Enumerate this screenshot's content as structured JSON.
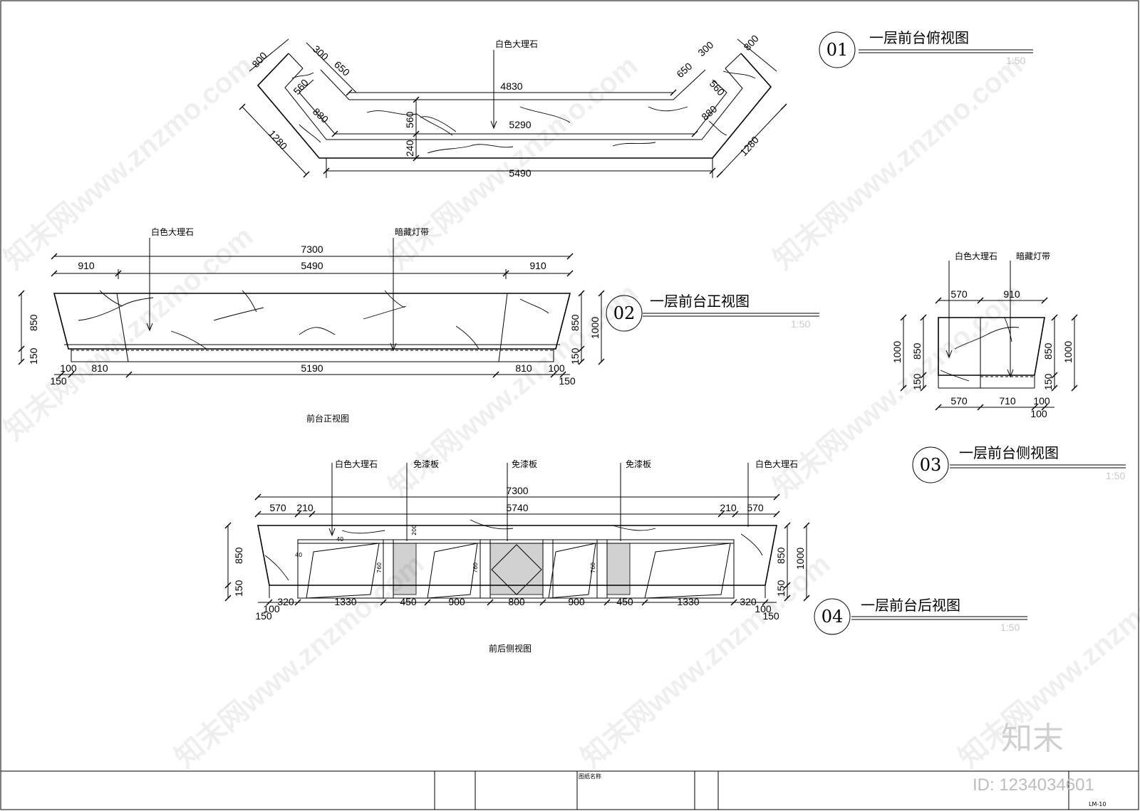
{
  "watermark": {
    "text": "知末网www.znzmo.com",
    "brand": "知末",
    "id": "ID: 1234034601"
  },
  "title_block": {
    "drawing_name_label": "图纸名称",
    "sheet_no": "LM-10"
  },
  "views": {
    "top": {
      "number": "01",
      "title": "一层前台俯视图",
      "scale": "1:50",
      "material": "白色大理石",
      "dims": {
        "d800l": "800",
        "d300l": "300",
        "d650l": "650",
        "d560l": "560",
        "d880l": "880",
        "d1280l": "1280",
        "d800r": "800",
        "d300r": "300",
        "d650r": "650",
        "d560r": "560",
        "d880r": "880",
        "d1280r": "1280",
        "d4830": "4830",
        "d560c": "560",
        "d5290": "5290",
        "d240": "240",
        "d5490": "5490"
      }
    },
    "front": {
      "number": "02",
      "title": "一层前台正视图",
      "scale": "1:50",
      "caption": "前台正视图",
      "material": "白色大理石",
      "light": "暗藏灯带",
      "dims": {
        "total": "7300",
        "side_l": "910",
        "mid": "5490",
        "side_r": "910",
        "h850": "850",
        "h150": "150",
        "h850r": "850",
        "h150r": "150",
        "h1000": "1000",
        "b100l": "100",
        "b810l": "810",
        "b5190": "5190",
        "b810r": "810",
        "b100r": "100",
        "b150l": "150",
        "b150r": "150"
      }
    },
    "side": {
      "number": "03",
      "title": "一层前台侧视图",
      "scale": "1:50",
      "material": "白色大理石",
      "light": "暗藏灯带",
      "dims": {
        "t570": "570",
        "t910": "910",
        "h1000l": "1000",
        "h850l": "850",
        "h150l": "150",
        "h850r": "850",
        "h1000r": "1000",
        "h150r": "150",
        "b570": "570",
        "b710": "710",
        "b100": "100",
        "b100b": "100"
      }
    },
    "back": {
      "number": "04",
      "title": "一层前台后视图",
      "scale": "1:50",
      "caption": "前后侧视图",
      "material_l": "白色大理石",
      "panel1": "免漆板",
      "panel2": "免漆板",
      "panel3": "免漆板",
      "material_r": "白色大理石",
      "dims": {
        "total": "7300",
        "t570l": "570",
        "t210l": "210",
        "t5740": "5740",
        "t210r": "210",
        "t570r": "570",
        "h850l": "850",
        "h150l": "150",
        "h850r": "850",
        "h150r": "150",
        "h1000": "1000",
        "b320l": "320",
        "b1330l": "1330",
        "b450l": "450",
        "b900l": "900",
        "b800": "800",
        "b900r": "900",
        "b450r": "450",
        "b1330r": "1330",
        "b320r": "320",
        "b100l": "100",
        "b150l": "150",
        "b100r": "100",
        "b150r": "150",
        "v760a": "760",
        "v760b": "760",
        "v760c": "760",
        "v200": "200",
        "v40a": "40",
        "v40b": "40"
      }
    }
  }
}
